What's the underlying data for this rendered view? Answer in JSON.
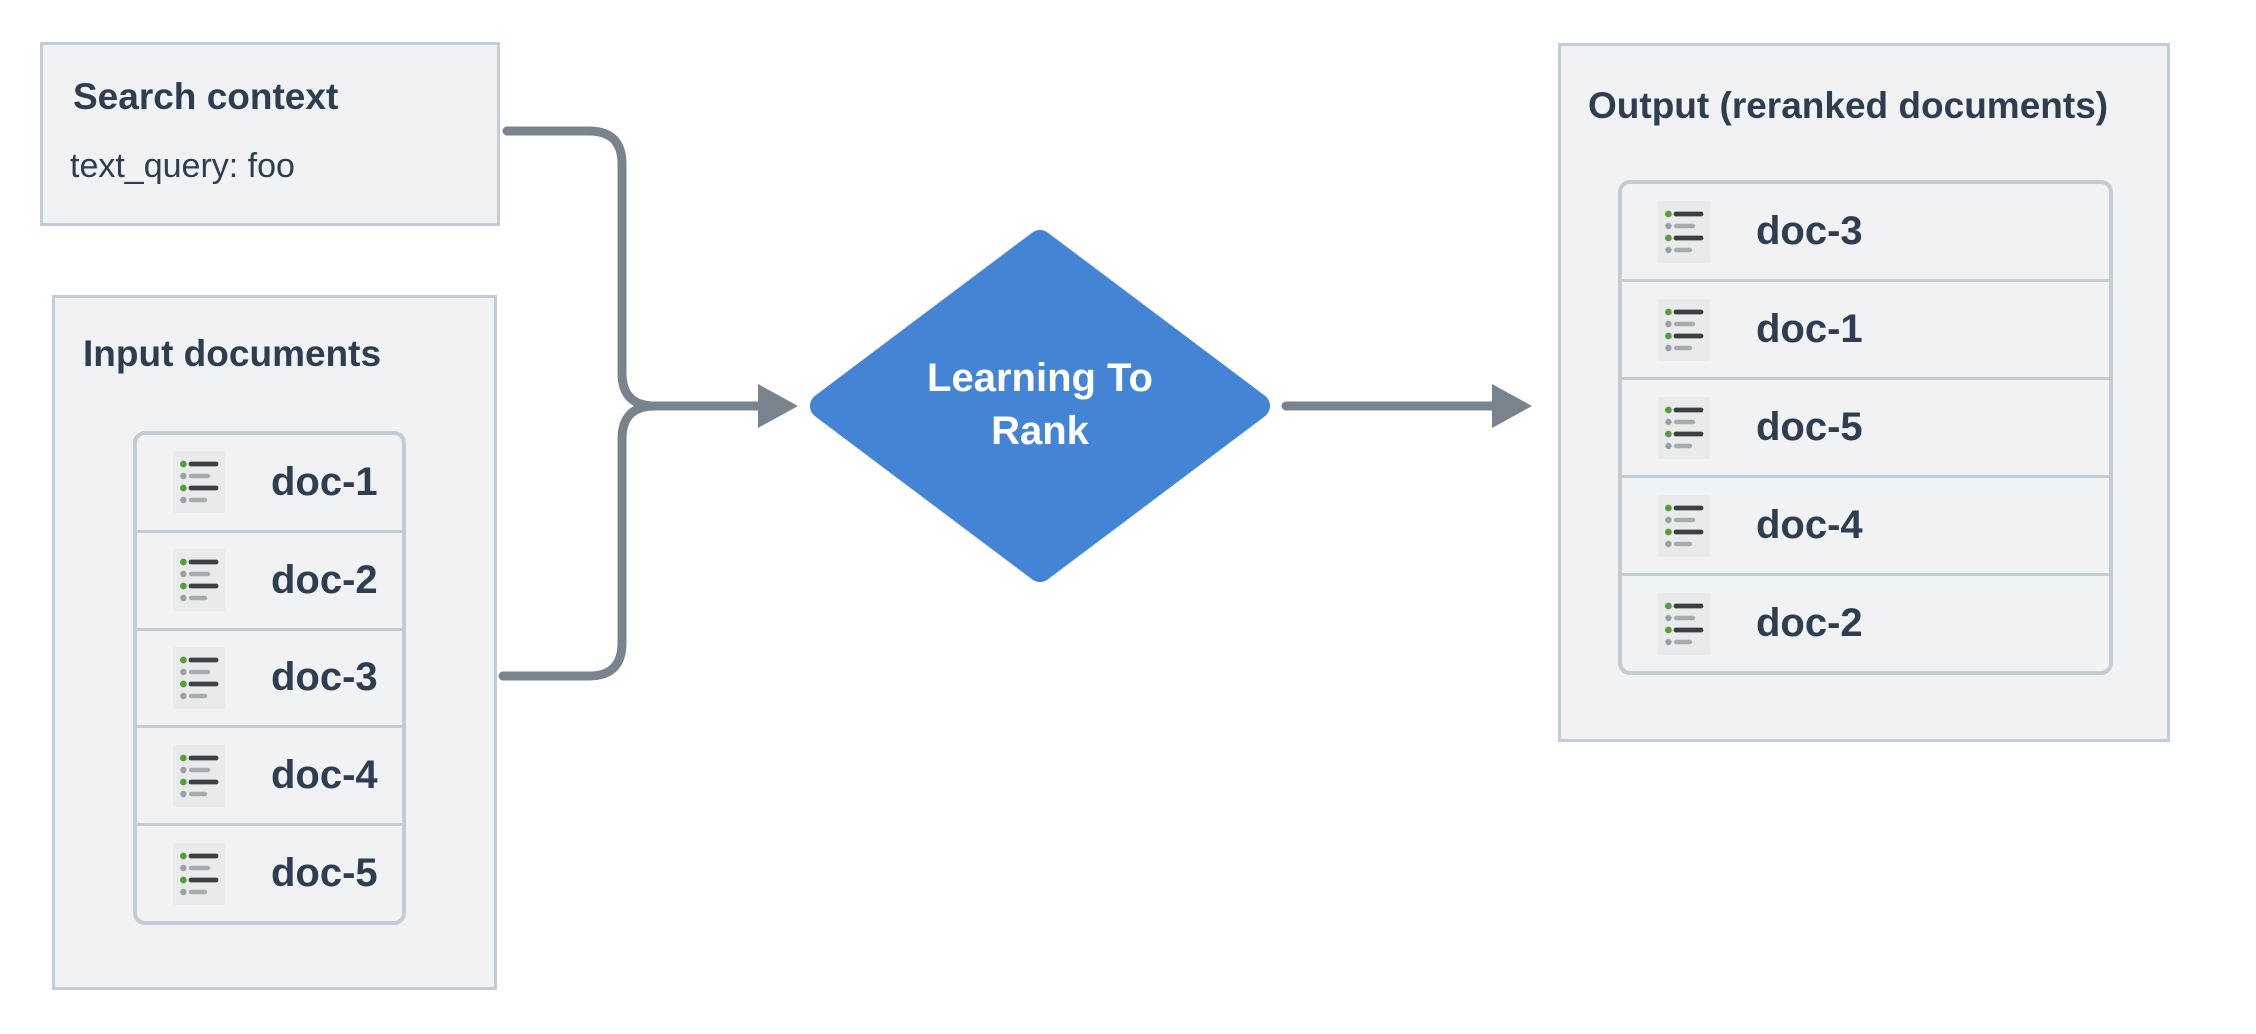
{
  "colors": {
    "canvas": "#ffffff",
    "panel": "#f0f2f4",
    "panel-border": "#c3ccd4",
    "text": "#2e3d4f",
    "connector": "#79838e",
    "accent": "#4484d5",
    "diamond-text": "#ffffff",
    "icon-bg": "#e9eaeb",
    "icon-line-dark": "#3c4043",
    "icon-line-gray": "#a6abae",
    "icon-dot-green": "#54a038",
    "icon-dot-gray": "#9aa0a4"
  },
  "search_context": {
    "title": "Search context",
    "query": "text_query: foo"
  },
  "input_documents": {
    "title": "Input documents",
    "docs": [
      "doc-1",
      "doc-2",
      "doc-3",
      "doc-4",
      "doc-5"
    ]
  },
  "process": {
    "label_lines": [
      "Learning To",
      "Rank"
    ]
  },
  "output_documents": {
    "title": "Output (reranked documents)",
    "docs": [
      "doc-3",
      "doc-1",
      "doc-5",
      "doc-4",
      "doc-2"
    ]
  },
  "icons": {
    "doc": "bulleted-list-document-icon"
  }
}
